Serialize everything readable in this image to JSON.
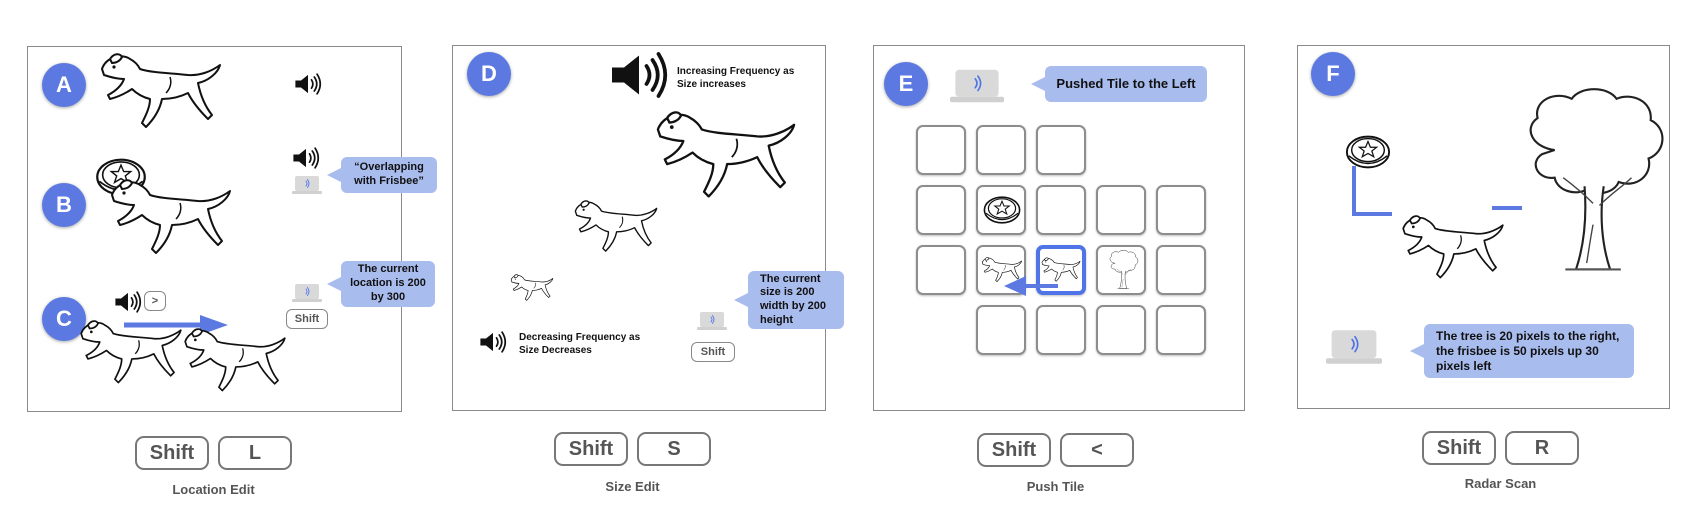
{
  "panels": {
    "location_edit": {
      "labels": [
        "A",
        "B",
        "C"
      ],
      "bubble_overlap": "“Overlapping with Frisbee”",
      "bubble_location": "The current location is 200 by 300",
      "arrow_key": ">",
      "shift_small": "Shift",
      "keys": [
        "Shift",
        "L"
      ],
      "caption": "Location Edit"
    },
    "size_edit": {
      "label": "D",
      "increase_text": "Increasing Frequency as Size increases",
      "decrease_text": "Decreasing Frequency as Size Decreases",
      "bubble_size": "The current size is 200 width by 200 height",
      "shift_small": "Shift",
      "keys": [
        "Shift",
        "S"
      ],
      "caption": "Size Edit"
    },
    "push_tile": {
      "label": "E",
      "bubble": "Pushed Tile to the Left",
      "keys": [
        "Shift",
        "<"
      ],
      "caption": "Push Tile"
    },
    "radar_scan": {
      "label": "F",
      "bubble": "The tree is 20 pixels to the right, the frisbee is 50 pixels up 30 pixels left",
      "keys": [
        "Shift",
        "R"
      ],
      "caption": "Radar Scan"
    }
  },
  "colors": {
    "accent": "#5b79e0",
    "bubble": "#a9bcee",
    "border": "#8a8a8a",
    "key_border": "#777777"
  },
  "icons": [
    "speaker-icon",
    "laptop-icon",
    "dog-icon",
    "frisbee-icon",
    "tree-icon",
    "arrow-icon"
  ]
}
